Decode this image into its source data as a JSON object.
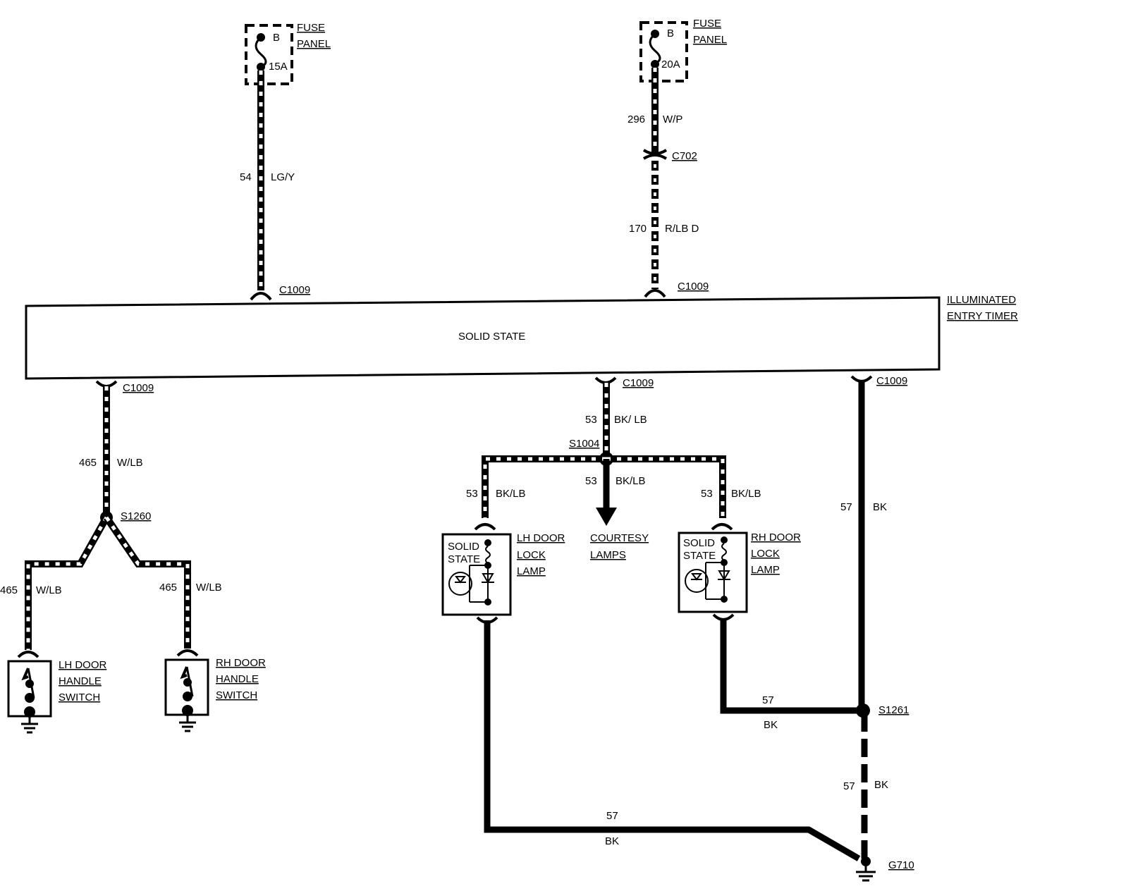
{
  "module": {
    "center_label": "SOLID STATE",
    "name_line1": "ILLUMINATED",
    "name_line2": "ENTRY TIMER"
  },
  "fuse_left": {
    "terminal": "B",
    "rating": "15A",
    "label_line1": "FUSE",
    "label_line2": "PANEL"
  },
  "fuse_right": {
    "terminal": "B",
    "rating": "20A",
    "label_line1": "FUSE",
    "label_line2": "PANEL"
  },
  "wires": {
    "w54": {
      "circuit": "54",
      "color": "LG/Y"
    },
    "w296": {
      "circuit": "296",
      "color": "W/P"
    },
    "w170": {
      "circuit": "170",
      "color": "R/LB D"
    },
    "w465_top": {
      "circuit": "465",
      "color": "W/LB"
    },
    "w465_left": {
      "circuit": "465",
      "color": "W/LB"
    },
    "w465_right": {
      "circuit": "465",
      "color": "W/LB"
    },
    "w53_top": {
      "circuit": "53",
      "color": "BK/ LB"
    },
    "w53_mid": {
      "circuit": "53",
      "color": "BK/LB"
    },
    "w53_left": {
      "circuit": "53",
      "color": "BK/LB"
    },
    "w53_right": {
      "circuit": "53",
      "color": "BK/LB"
    },
    "w57_vert": {
      "circuit": "57",
      "color": "BK"
    },
    "w57_branch": {
      "circuit": "57",
      "color": "BK"
    },
    "w57_lower": {
      "circuit": "57",
      "color": "BK"
    },
    "w57_bottom": {
      "circuit": "57",
      "color": "BK"
    }
  },
  "connectors": {
    "c702": "C702",
    "c1009_top_left": "C1009",
    "c1009_top_right": "C1009",
    "c1009_bottom_left": "C1009",
    "c1009_bottom_mid": "C1009",
    "c1009_bottom_right": "C1009"
  },
  "splices": {
    "s1004": "S1004",
    "s1260": "S1260",
    "s1261": "S1261"
  },
  "ground": {
    "g710": "G710"
  },
  "components": {
    "courtesy": {
      "line1": "COURTESY",
      "line2": "LAMPS"
    },
    "lh_lamp": {
      "inner1": "SOLID",
      "inner2": "STATE",
      "line1": "LH DOOR",
      "line2": "LOCK",
      "line3": "LAMP"
    },
    "rh_lamp": {
      "inner1": "SOLID",
      "inner2": "STATE",
      "line1": "RH DOOR",
      "line2": "LOCK",
      "line3": "LAMP"
    },
    "lh_switch": {
      "line1": "LH DOOR",
      "line2": "HANDLE",
      "line3": "SWITCH"
    },
    "rh_switch": {
      "line1": "RH DOOR",
      "line2": "HANDLE",
      "line3": "SWITCH"
    }
  }
}
